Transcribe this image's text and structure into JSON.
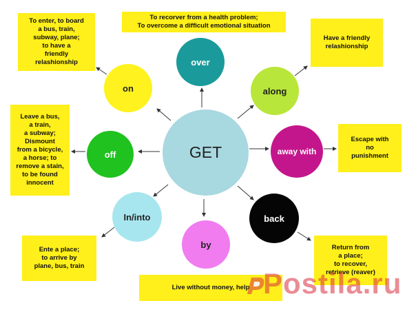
{
  "center": {
    "label": "GET"
  },
  "particles": {
    "over": "over",
    "on": "on",
    "along": "along",
    "off": "off",
    "away_with": "away with",
    "in_into": "In/into",
    "back": "back",
    "by": "by"
  },
  "meanings": {
    "over": "To recorver from a health problem;\nTo overcome a difficult emotional situation",
    "on": "To enter, to board\na bus, train,\nsubway, plane;\nto have a\nfriendly\nrelashionship",
    "along": "Have a friendly\nrelashionship",
    "off": "Leave a bus,\na train,\na subway;\nDismount\nfrom a bicycle,\na horse; to\nremove a stain,\nto be found\ninnocent",
    "away_with": "Escape with\nno\npunishment",
    "in_into": "Ente a place;\nto arrive by\nplane, bus, train",
    "back": "Return from\na place;\nto recover,\nretrieve (reaver)",
    "by": "Live without money, help"
  },
  "watermark": "Postila.ru",
  "colors": {
    "box": "#ffef1a",
    "center": "#a8d8e0",
    "over": "#1a9a9a",
    "on": "#fff21e",
    "along": "#b8e63a",
    "off": "#1fc21f",
    "away_with": "#c4168c",
    "in_into": "#a8e6ef",
    "back": "#050505",
    "by": "#f07cf0"
  }
}
